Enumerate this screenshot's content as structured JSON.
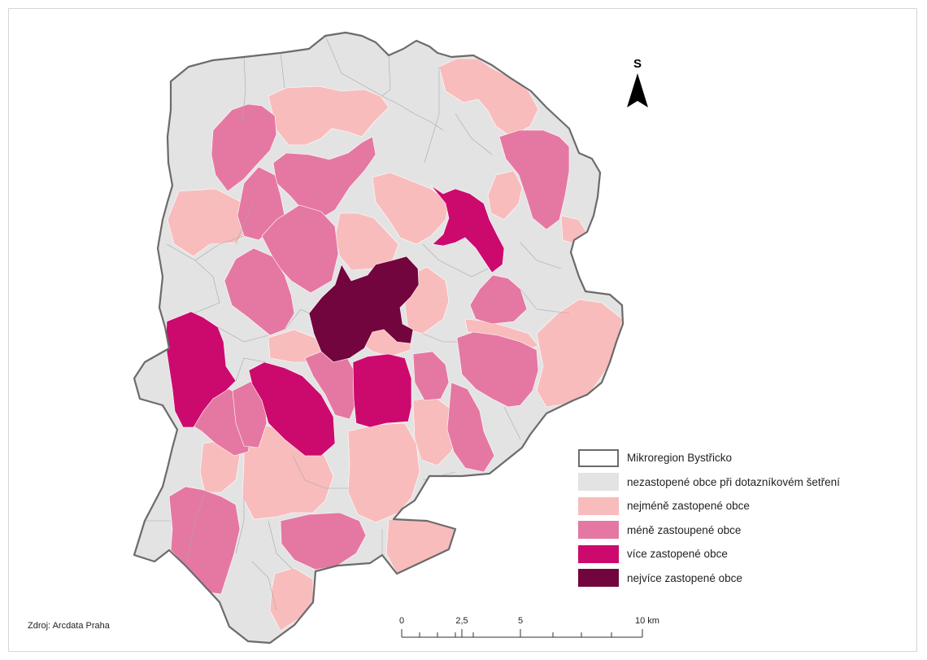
{
  "map": {
    "north_label": "S",
    "colors": {
      "region_outline": "#6b6b6b",
      "unrepresented": "#e3e3e3",
      "least": "#f9bcbc",
      "less": "#e578a2",
      "more": "#cc0a6e",
      "most": "#73053e"
    }
  },
  "legend": {
    "items": [
      {
        "label": "Mikroregion Bystřicko",
        "fill": "#ffffff",
        "stroke": "#6b6b6b"
      },
      {
        "label": "nezastopené obce při dotazníkovém šetření",
        "fill": "#e3e3e3",
        "stroke": "#e3e3e3"
      },
      {
        "label": "nejméně zastopené obce",
        "fill": "#f9bcbc",
        "stroke": "#f9bcbc"
      },
      {
        "label": "méně zastoupené obce",
        "fill": "#e578a2",
        "stroke": "#e578a2"
      },
      {
        "label": "více zastopené obce",
        "fill": "#cc0a6e",
        "stroke": "#cc0a6e"
      },
      {
        "label": "nejvíce zastopené obce",
        "fill": "#73053e",
        "stroke": "#73053e"
      }
    ]
  },
  "source": "Zdroj: Arcdata Praha",
  "scalebar": {
    "labels": [
      "0",
      "2,5",
      "5",
      "10 km"
    ]
  }
}
